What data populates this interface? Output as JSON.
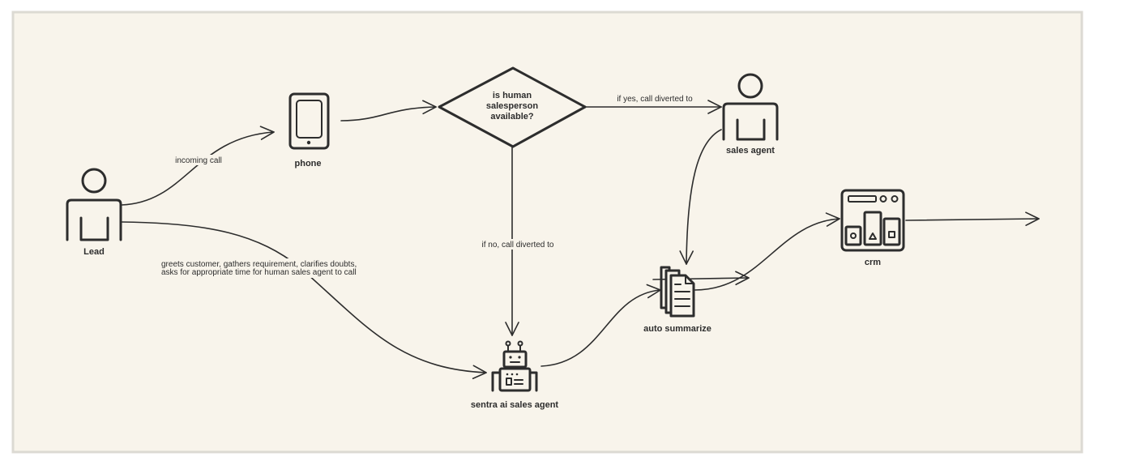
{
  "diagram": {
    "nodes": {
      "lead": {
        "label": "Lead",
        "icon": "person-icon"
      },
      "phone": {
        "label": "phone",
        "icon": "mobile-phone-icon"
      },
      "decision": {
        "line1": "is human",
        "line2": "salesperson",
        "line3": "available?"
      },
      "sales_agent": {
        "label": "sales agent",
        "icon": "person-icon"
      },
      "sentra": {
        "label": "sentra ai sales agent",
        "icon": "robot-icon"
      },
      "summarize": {
        "label": "auto summarize",
        "icon": "documents-icon"
      },
      "crm": {
        "label": "crm",
        "icon": "dashboard-icon"
      }
    },
    "edges": {
      "incoming_call": "incoming call",
      "if_yes": "if yes, call diverted to",
      "if_no": "if no, call diverted to",
      "greets_line1": "greets customer, gathers requirement, clarifies doubts,",
      "greets_line2": "asks for appropriate time for human sales agent to call"
    },
    "colors": {
      "canvas": "#f8f4eb",
      "stroke": "#2d2d2d",
      "border": "#dcdad3"
    }
  }
}
